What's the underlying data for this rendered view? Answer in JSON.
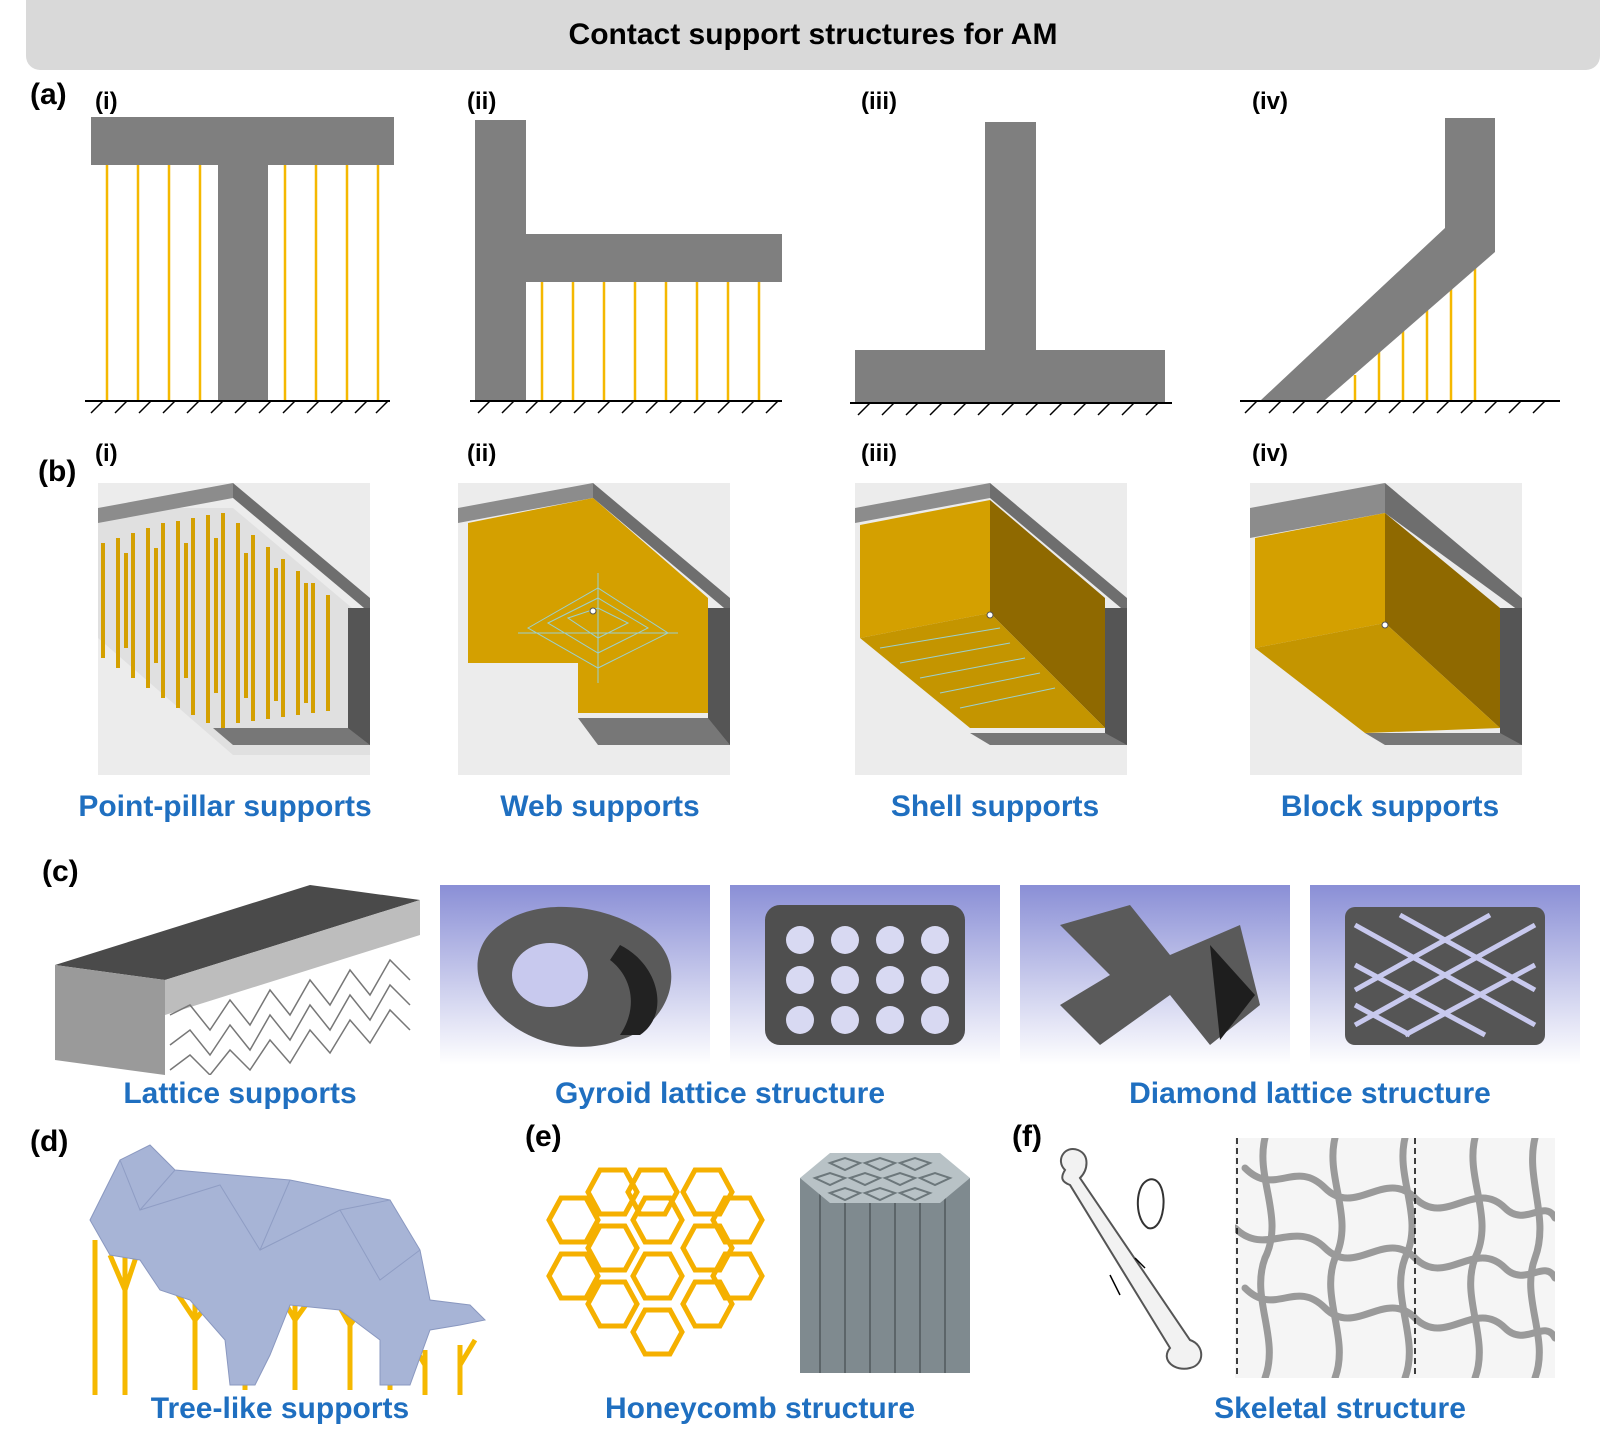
{
  "title": "Contact support structures for AM",
  "panels": {
    "a": {
      "label": "(a)",
      "sub": [
        "(i)",
        "(ii)",
        "(iii)",
        "(iv)"
      ]
    },
    "b": {
      "label": "(b)",
      "sub": [
        "(i)",
        "(ii)",
        "(iii)",
        "(iv)"
      ],
      "captions": [
        "Point-pillar supports",
        "Web supports",
        "Shell supports",
        "Block supports"
      ]
    },
    "c": {
      "label": "(c)",
      "captions": [
        "Lattice supports",
        "Gyroid lattice structure",
        "Diamond lattice structure"
      ]
    },
    "d": {
      "label": "(d)",
      "caption": "Tree-like supports"
    },
    "e": {
      "label": "(e)",
      "caption": "Honeycomb structure"
    },
    "f": {
      "label": "(f)",
      "caption": "Skeletal structure"
    }
  },
  "colors": {
    "part": "#7f7f7f",
    "support": "#f5b800",
    "support_fill": "#d4a000",
    "support_dark": "#8f6900",
    "caption": "#1f6fc0",
    "lattice_bg": "#8a8fd6"
  }
}
